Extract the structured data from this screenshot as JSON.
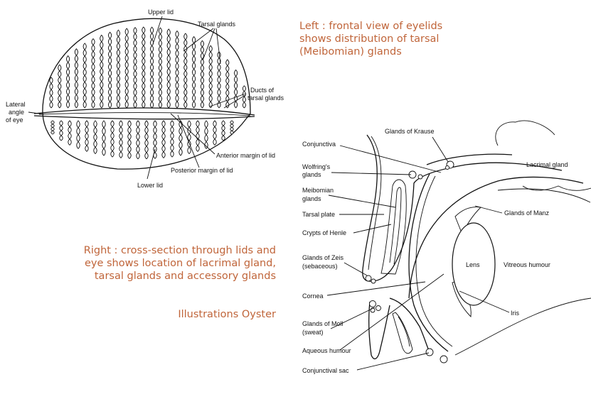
{
  "captions": {
    "left": [
      "Left : frontal view of eyelids",
      "shows distribution of tarsal",
      "(Meibomian) glands"
    ],
    "right": [
      "Right : cross-section through lids and",
      "eye shows location of lacrimal gland,",
      "tarsal glands and accessory glands"
    ],
    "credit": "Illustrations Oyster"
  },
  "frontal_labels": {
    "upper_lid": "Upper lid",
    "tarsal_glands": "Tarsal glands",
    "ducts": [
      "Ducts of",
      "tarsal glands"
    ],
    "lateral_angle": [
      "Lateral",
      "angle",
      "of eye"
    ],
    "anterior_margin": "Anterior margin of lid",
    "posterior_margin": "Posterior margin of lid",
    "lower_lid": "Lower lid"
  },
  "section_labels": {
    "glands_krause": "Glands of Krause",
    "conjunctiva": "Conjunctiva",
    "wolfring": [
      "Wolfring's",
      "glands"
    ],
    "lacrimal_gland": "Lacrimal gland",
    "meibomian": [
      "Meibomian",
      "glands"
    ],
    "tarsal_plate": "Tarsal plate",
    "glands_manz": "Glands of Manz",
    "crypts_henle": "Crypts of Henle",
    "glands_zeis": [
      "Glands of Zeis",
      "(sebaceous)"
    ],
    "lens": "Lens",
    "vitreous": "Vitreous humour",
    "cornea": "Cornea",
    "iris": "Iris",
    "glands_moll": [
      "Glands of Moll",
      "(sweat)"
    ],
    "aqueous": "Aqueous humour",
    "conjunctival_sac": "Conjunctival sac"
  }
}
